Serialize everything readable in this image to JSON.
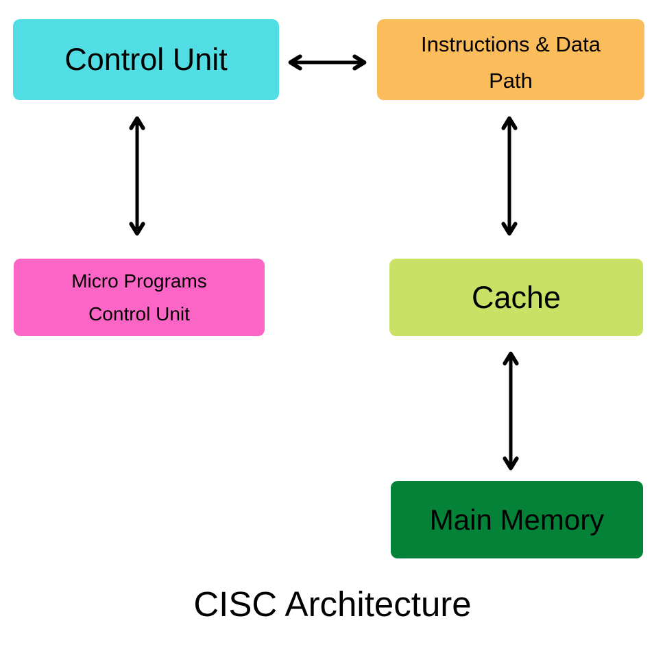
{
  "diagram": {
    "title": "CISC Architecture",
    "background": "#FFFFFF",
    "text_color": "#000000",
    "arrow_color": "#000000",
    "nodes": [
      {
        "id": "control-unit",
        "label": "Control Unit",
        "color": "#50DDE3"
      },
      {
        "id": "instructions-data-path",
        "label": "Instructions & Data\nPath",
        "color": "#FBBC5C"
      },
      {
        "id": "micro-programs-control-unit",
        "label": "Micro Programs\nControl Unit",
        "color": "#FB65C5"
      },
      {
        "id": "cache",
        "label": "Cache",
        "color": "#C9E266"
      },
      {
        "id": "main-memory",
        "label": "Main Memory",
        "color": "#048238"
      }
    ],
    "edges": [
      {
        "from": "control-unit",
        "to": "instructions-data-path",
        "type": "bidirectional"
      },
      {
        "from": "control-unit",
        "to": "micro-programs-control-unit",
        "type": "bidirectional"
      },
      {
        "from": "instructions-data-path",
        "to": "cache",
        "type": "bidirectional"
      },
      {
        "from": "cache",
        "to": "main-memory",
        "type": "bidirectional"
      }
    ]
  }
}
